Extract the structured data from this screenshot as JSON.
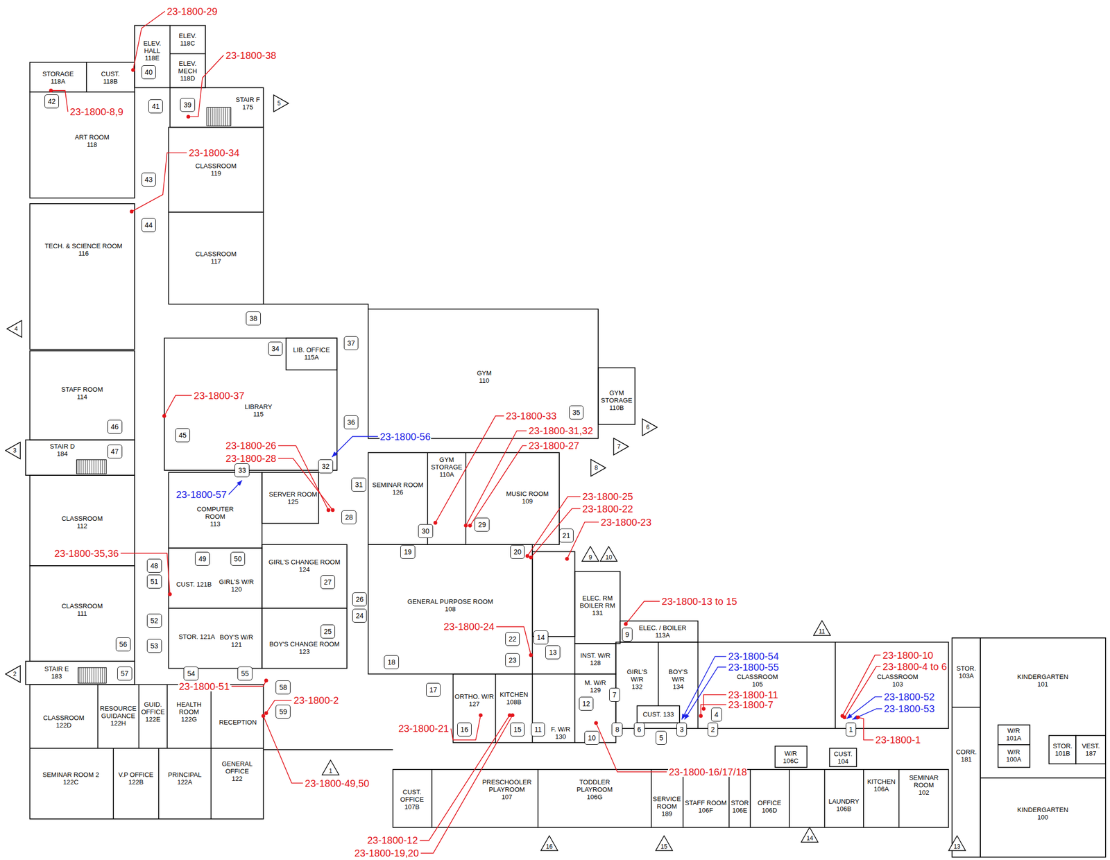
{
  "diagram": {
    "nodes": [
      {
        "text": [
          "ELEV. HALL",
          "118E"
        ]
      },
      {
        "text": [
          "ELEV.",
          "118C"
        ]
      },
      {
        "text": [
          "ELEV. MECH",
          "118D"
        ]
      },
      {
        "text": [
          "STORAGE",
          "118A"
        ]
      },
      {
        "text": [
          "CUST.",
          "118B"
        ]
      },
      {
        "text": [
          "STAIR F",
          "175"
        ]
      },
      {
        "text": [
          "ART ROOM",
          "118"
        ]
      },
      {
        "text": [
          "CLASSROOM",
          "119"
        ]
      },
      {
        "text": [
          "TECH. & SCIENCE ROOM",
          "116"
        ]
      },
      {
        "text": [
          "CLASSROOM",
          "117"
        ]
      },
      {
        "text": [
          "STAFF ROOM",
          "114"
        ]
      },
      {
        "text": [
          "LIB. OFFICE",
          "115A"
        ]
      },
      {
        "text": [
          "LIBRARY",
          "115"
        ]
      },
      {
        "text": [
          "GYM",
          "110"
        ]
      },
      {
        "text": [
          "GYM STORAGE",
          "110B"
        ]
      },
      {
        "text": [
          "STAIR D",
          "184"
        ]
      },
      {
        "text": [
          "SEMINAR ROOM",
          "126"
        ]
      },
      {
        "text": [
          "GYM STORAGE",
          "110A"
        ]
      },
      {
        "text": [
          "MUSIC ROOM",
          "109"
        ]
      },
      {
        "text": [
          "SERVER ROOM",
          "125"
        ]
      },
      {
        "text": [
          "COMPUTER ROOM",
          "113"
        ]
      },
      {
        "text": [
          "CLASSROOM",
          "112"
        ]
      },
      {
        "text": [
          "GIRL'S CHANGE ROOM",
          "124"
        ]
      },
      {
        "text": [
          "CUST. 121B"
        ]
      },
      {
        "text": [
          "GIRL'S W/R",
          "120"
        ]
      },
      {
        "text": [
          "CLASSROOM",
          "111"
        ]
      },
      {
        "text": [
          "GENERAL PURPOSE ROOM",
          "108"
        ]
      },
      {
        "text": [
          "ELEC. RM BOILER RM",
          "131"
        ]
      },
      {
        "text": [
          "ELEC. / BOILER",
          "113A"
        ]
      },
      {
        "text": [
          "STOR. 121A"
        ]
      },
      {
        "text": [
          "BOY'S W/R",
          "121"
        ]
      },
      {
        "text": [
          "BOY'S CHANGE ROOM",
          "123"
        ]
      },
      {
        "text": [
          "STAIR E",
          "183"
        ]
      },
      {
        "text": [
          "INST. W/R",
          "128"
        ]
      },
      {
        "text": [
          "M. W/R",
          "129"
        ]
      },
      {
        "text": [
          "GIRL'S W/R",
          "132"
        ]
      },
      {
        "text": [
          "BOY'S W/R",
          "134"
        ]
      },
      {
        "text": [
          "CLASSROOM",
          "105"
        ]
      },
      {
        "text": [
          "CLASSROOM",
          "103"
        ]
      },
      {
        "text": [
          "STOR.",
          "103A"
        ]
      },
      {
        "text": [
          "KINDERGARTEN",
          "101"
        ]
      },
      {
        "text": [
          "ORTHO. W/R",
          "127"
        ]
      },
      {
        "text": [
          "KITCHEN",
          "108B"
        ]
      },
      {
        "text": [
          "CUST. 133"
        ]
      },
      {
        "text": [
          "F. W/R",
          "130"
        ]
      },
      {
        "text": [
          "CLASSROOM",
          "122D"
        ]
      },
      {
        "text": [
          "RESOURCE GUIDANCE",
          "122H"
        ]
      },
      {
        "text": [
          "GUID. OFFICE",
          "122E"
        ]
      },
      {
        "text": [
          "HEALTH ROOM",
          "122G"
        ]
      },
      {
        "text": [
          "RECEPTION"
        ]
      },
      {
        "text": [
          "W/R",
          "101A"
        ]
      },
      {
        "text": [
          "STOR.",
          "101B"
        ]
      },
      {
        "text": [
          "VEST.",
          "187"
        ]
      },
      {
        "text": [
          "W/R",
          "100A"
        ]
      },
      {
        "text": [
          "W/R",
          "106C"
        ]
      },
      {
        "text": [
          "CUST.",
          "104"
        ]
      },
      {
        "text": [
          "CORR.",
          "181"
        ]
      },
      {
        "text": [
          "GENERAL OFFICE",
          "122"
        ]
      },
      {
        "text": [
          "SEMINAR ROOM 2",
          "122C"
        ]
      },
      {
        "text": [
          "V.P OFFICE",
          "122B"
        ]
      },
      {
        "text": [
          "PRINCIPAL",
          "122A"
        ]
      },
      {
        "text": [
          "KITCHEN",
          "106A"
        ]
      },
      {
        "text": [
          "SEMINAR ROOM",
          "102"
        ]
      },
      {
        "text": [
          "PRESCHOOLER PLAYROOM",
          "107"
        ]
      },
      {
        "text": [
          "TODDLER PLAYROOM",
          "106G"
        ]
      },
      {
        "text": [
          "CUST. OFFICE",
          "107B"
        ]
      },
      {
        "text": [
          "LAUNDRY",
          "106B"
        ]
      },
      {
        "text": [
          "STAFF ROOM",
          "106F"
        ]
      },
      {
        "text": [
          "STOR",
          "106E"
        ]
      },
      {
        "text": [
          "OFFICE",
          "106D"
        ]
      },
      {
        "text": [
          "SERVICE ROOM",
          "189"
        ]
      },
      {
        "text": [
          "KINDERGARTEN",
          "100"
        ]
      },
      {
        "text": [
          "1"
        ]
      },
      {
        "text": [
          "2"
        ]
      },
      {
        "text": [
          "3"
        ]
      },
      {
        "text": [
          "4"
        ]
      },
      {
        "text": [
          "5"
        ]
      },
      {
        "text": [
          "6"
        ]
      },
      {
        "text": [
          "7"
        ]
      },
      {
        "text": [
          "8"
        ]
      },
      {
        "text": [
          "9"
        ]
      },
      {
        "text": [
          "10"
        ]
      },
      {
        "text": [
          "11"
        ]
      },
      {
        "text": [
          "12"
        ]
      },
      {
        "text": [
          "13"
        ]
      },
      {
        "text": [
          "14"
        ]
      },
      {
        "text": [
          "15"
        ]
      },
      {
        "text": [
          "16"
        ]
      },
      {
        "text": [
          "17"
        ]
      },
      {
        "text": [
          "18"
        ]
      },
      {
        "text": [
          "19"
        ]
      },
      {
        "text": [
          "20"
        ]
      },
      {
        "text": [
          "21"
        ]
      },
      {
        "text": [
          "22"
        ]
      },
      {
        "text": [
          "23"
        ]
      },
      {
        "text": [
          "24"
        ]
      },
      {
        "text": [
          "25"
        ]
      },
      {
        "text": [
          "26"
        ]
      },
      {
        "text": [
          "27"
        ]
      },
      {
        "text": [
          "28"
        ]
      },
      {
        "text": [
          "29"
        ]
      },
      {
        "text": [
          "30"
        ]
      },
      {
        "text": [
          "31"
        ]
      },
      {
        "text": [
          "32"
        ]
      },
      {
        "text": [
          "33"
        ]
      },
      {
        "text": [
          "34"
        ]
      },
      {
        "text": [
          "35"
        ]
      },
      {
        "text": [
          "36"
        ]
      },
      {
        "text": [
          "37"
        ]
      },
      {
        "text": [
          "38"
        ]
      },
      {
        "text": [
          "39"
        ]
      },
      {
        "text": [
          "40"
        ]
      },
      {
        "text": [
          "41"
        ]
      },
      {
        "text": [
          "42"
        ]
      },
      {
        "text": [
          "43"
        ]
      },
      {
        "text": [
          "44"
        ]
      },
      {
        "text": [
          "45"
        ]
      },
      {
        "text": [
          "46"
        ]
      },
      {
        "text": [
          "47"
        ]
      },
      {
        "text": [
          "48"
        ]
      },
      {
        "text": [
          "49"
        ]
      },
      {
        "text": [
          "50"
        ]
      },
      {
        "text": [
          "51"
        ]
      },
      {
        "text": [
          "52"
        ]
      },
      {
        "text": [
          "53"
        ]
      },
      {
        "text": [
          "54"
        ]
      },
      {
        "text": [
          "55"
        ]
      },
      {
        "text": [
          "56"
        ]
      },
      {
        "text": [
          "57"
        ]
      },
      {
        "text": [
          "58"
        ]
      },
      {
        "text": [
          "59"
        ]
      },
      {
        "text": [
          "1"
        ]
      },
      {
        "text": [
          "2"
        ]
      },
      {
        "text": [
          "3"
        ]
      },
      {
        "text": [
          "4"
        ]
      },
      {
        "text": [
          "5"
        ]
      },
      {
        "text": [
          "6"
        ]
      },
      {
        "text": [
          "7"
        ]
      },
      {
        "text": [
          "8"
        ]
      },
      {
        "text": [
          "9"
        ]
      },
      {
        "text": [
          "10"
        ]
      },
      {
        "text": [
          "11"
        ]
      },
      {
        "text": [
          "13"
        ]
      },
      {
        "text": [
          "14"
        ]
      },
      {
        "text": [
          "15"
        ]
      },
      {
        "text": [
          "16"
        ]
      }
    ],
    "labels": [
      "23-1800-29",
      "23-1800-38",
      "23-1800-8,9",
      "23-1800-34",
      "23-1800-37",
      "23-1800-56",
      "23-1800-33",
      "23-1800-31,32",
      "23-1800-27",
      "23-1800-26",
      "23-1800-28",
      "23-1800-57",
      "23-1800-25",
      "23-1800-22",
      "23-1800-23",
      "23-1800-35,36",
      "23-1800-13 to 15",
      "23-1800-24",
      "23-1800-54",
      "23-1800-55",
      "23-1800-10",
      "23-1800-4 to 6",
      "23-1800-51",
      "23-1800-11",
      "23-1800-2",
      "23-1800-52",
      "23-1800-7",
      "23-1800-53",
      "23-1800-21",
      "23-1800-1",
      "23-1800-16/17/18",
      "23-1800-49,50",
      "23-1800-12",
      "23-1800-19,20"
    ]
  }
}
